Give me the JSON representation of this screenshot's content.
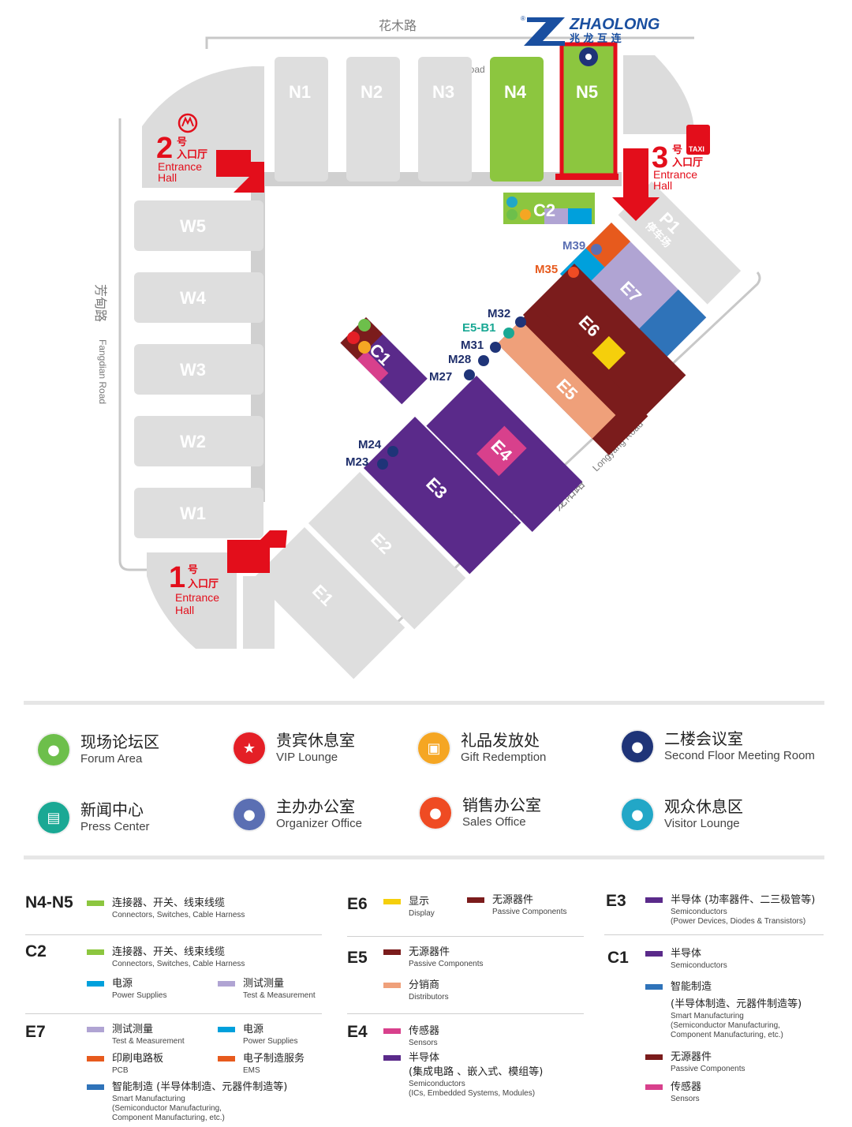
{
  "brand": {
    "name": "ZHAOLONG",
    "cn": "兆 龙 互 连",
    "reg": "®"
  },
  "roads": {
    "north_cn": "花木路",
    "north_en": "Huamu Road",
    "west_cn": "芳甸路",
    "west_en": "Fangdian Road",
    "east_cn": "龙阳路",
    "east_en": "Longyang Road"
  },
  "halls": {
    "n1": "N1",
    "n2": "N2",
    "n3": "N3",
    "n4": "N4",
    "n5": "N5",
    "w1": "W1",
    "w2": "W2",
    "w3": "W3",
    "w4": "W4",
    "w5": "W5",
    "e1": "E1",
    "e2": "E2",
    "e3": "E3",
    "e4": "E4",
    "e5": "E5",
    "e6": "E6",
    "e7": "E7",
    "c1": "C1",
    "c2": "C2",
    "p1": "P1",
    "p1_cn": "停车场"
  },
  "meeting_rooms": [
    "M39",
    "M35",
    "M32",
    "E5-B1",
    "M31",
    "M28",
    "M27",
    "M24",
    "M23"
  ],
  "entrances": {
    "e1": {
      "num": "1",
      "hao": "号",
      "cn": "入口厅",
      "en1": "Entrance",
      "en2": "Hall"
    },
    "e2": {
      "num": "2",
      "hao": "号",
      "cn": "入口厅",
      "en1": "Entrance",
      "en2": "Hall"
    },
    "e3": {
      "num": "3",
      "hao": "号",
      "cn": "入口厅",
      "en1": "Entrance",
      "en2": "Hall"
    }
  },
  "taxi": "TAXI",
  "legend": [
    {
      "cn": "现场论坛区",
      "en": "Forum Area",
      "icon": "forum-icon",
      "color": "#6dbf4b"
    },
    {
      "cn": "贵宾休息室",
      "en": "VIP Lounge",
      "icon": "vip-icon",
      "color": "#e41f26"
    },
    {
      "cn": "礼品发放处",
      "en": "Gift Redemption",
      "icon": "gift-icon",
      "color": "#f5a623"
    },
    {
      "cn": "二楼会议室",
      "en": "Second Floor Meeting Room",
      "icon": "meeting-icon",
      "color": "#1f3478"
    },
    {
      "cn": "新闻中心",
      "en": "Press Center",
      "icon": "press-icon",
      "color": "#1aa894"
    },
    {
      "cn": "主办办公室",
      "en": "Organizer Office",
      "icon": "organizer-icon",
      "color": "#5b6fb3"
    },
    {
      "cn": "销售办公室",
      "en": "Sales Office",
      "icon": "sales-icon",
      "color": "#ef4b23"
    },
    {
      "cn": "观众休息区",
      "en": "Visitor Lounge",
      "icon": "visitor-icon",
      "color": "#22a7c7"
    }
  ],
  "colors": {
    "green": "#8cc63f",
    "teal": "#00a0dc",
    "lavender": "#b0a4d3",
    "orange": "#e75a1d",
    "blue": "#2f73b9",
    "maroon": "#7b1c1c",
    "yellow": "#f5cf0c",
    "salmon": "#efa07a",
    "pink": "#d8408c",
    "purple": "#5a2a8a",
    "grey": "#dedede"
  },
  "zones": {
    "n4n5": {
      "title": "N4-N5",
      "cats": [
        {
          "cn": "连接器、开关、线束线缆",
          "en": "Connectors, Switches, Cable Harness"
        }
      ]
    },
    "c2": {
      "title": "C2",
      "cats": [
        {
          "cn": "连接器、开关、线束线缆",
          "en": "Connectors, Switches, Cable Harness"
        },
        {
          "cn": "电源",
          "en": "Power Supplies"
        },
        {
          "cn": "测试测量",
          "en": "Test & Measurement"
        }
      ]
    },
    "e7": {
      "title": "E7",
      "cats": [
        {
          "cn": "测试测量",
          "en": "Test & Measurement"
        },
        {
          "cn": "电源",
          "en": "Power Supplies"
        },
        {
          "cn": "印刷电路板",
          "en": "PCB"
        },
        {
          "cn": "电子制造服务",
          "en": "EMS"
        },
        {
          "cn": "智能制造 (半导体制造、元器件制造等)",
          "en1": "Smart Manufacturing",
          "en2": "(Semiconductor Manufacturing,",
          "en3": "Component Manufacturing, etc.)"
        }
      ]
    },
    "e6": {
      "title": "E6",
      "cats": [
        {
          "cn": "显示",
          "en": "Display"
        },
        {
          "cn": "无源器件",
          "en": "Passive Components"
        }
      ]
    },
    "e5": {
      "title": "E5",
      "cats": [
        {
          "cn": "无源器件",
          "en": "Passive Components"
        },
        {
          "cn": "分销商",
          "en": "Distributors"
        }
      ]
    },
    "e4": {
      "title": "E4",
      "cats": [
        {
          "cn": "传感器",
          "en": "Sensors"
        },
        {
          "cn": "半导体",
          "cn2": "(集成电路 、嵌入式、模组等)",
          "en1": "Semiconductors",
          "en2": "(ICs, Embedded Systems, Modules)"
        }
      ]
    },
    "e3": {
      "title": "E3",
      "cats": [
        {
          "cn": "半导体 (功率器件、二三极管等)",
          "en1": "Semiconductors",
          "en2": "(Power Devices, Diodes & Transistors)"
        }
      ]
    },
    "c1": {
      "title": "C1",
      "cats": [
        {
          "cn": "半导体",
          "en": "Semiconductors"
        },
        {
          "cn": "智能制造",
          "cn2": "(半导体制造、元器件制造等)",
          "en1": "Smart Manufacturing",
          "en2": "(Semiconductor Manufacturing,",
          "en3": "Component Manufacturing, etc.)"
        },
        {
          "cn": "无源器件",
          "en": "Passive Components"
        },
        {
          "cn": "传感器",
          "en": "Sensors"
        }
      ]
    }
  }
}
